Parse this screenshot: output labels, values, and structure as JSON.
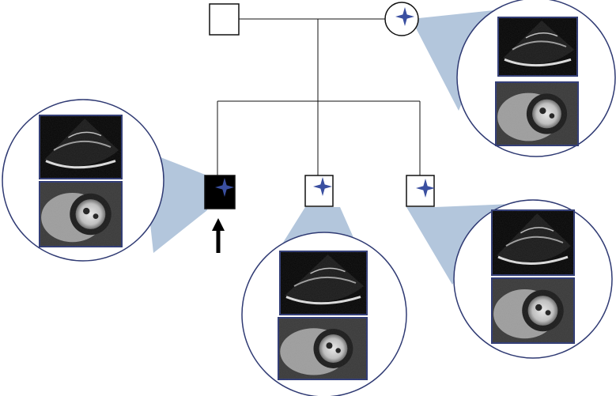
{
  "colors": {
    "line": "#111111",
    "affected_fill": "#000000",
    "unaffected_fill": "#ffffff",
    "star": "#3a4fa0",
    "callout": "#b3c6dc",
    "circle_border": "#2f3a73",
    "panel_border": "#2f3a73"
  },
  "members": [
    {
      "id": "father",
      "sex": "male",
      "affected": false,
      "carrier_star": false
    },
    {
      "id": "mother",
      "sex": "female",
      "affected": false,
      "carrier_star": true,
      "images": [
        "echocardiogram",
        "cardiac-mri"
      ]
    },
    {
      "id": "proband",
      "sex": "male",
      "affected": true,
      "carrier_star": true,
      "proband": true,
      "images": [
        "echocardiogram",
        "cardiac-mri"
      ]
    },
    {
      "id": "sibling-1",
      "sex": "male",
      "affected": false,
      "carrier_star": true,
      "images": [
        "echocardiogram",
        "cardiac-mri"
      ]
    },
    {
      "id": "sibling-2",
      "sex": "male",
      "affected": false,
      "carrier_star": true,
      "images": [
        "echocardiogram",
        "cardiac-mri"
      ]
    }
  ],
  "icons": {
    "carrier": "four-point-star-icon",
    "proband": "arrow-up-icon"
  }
}
